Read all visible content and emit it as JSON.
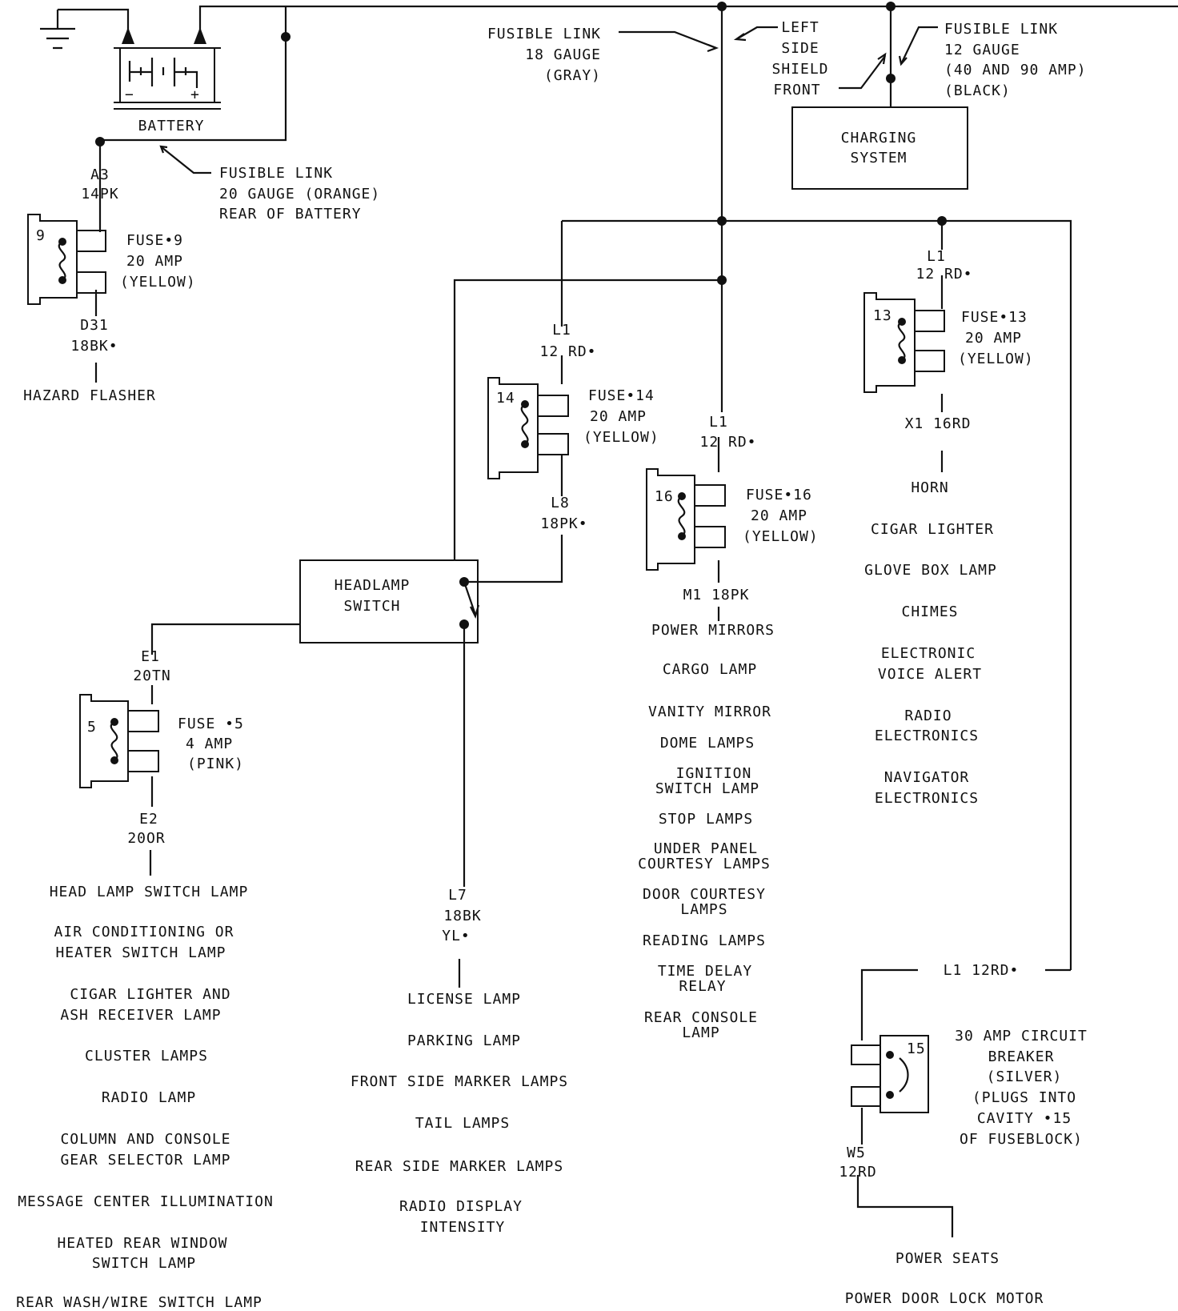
{
  "battery": {
    "label": "BATTERY",
    "minus": "−",
    "plus": "+",
    "fusible_link": [
      "FUSIBLE LINK",
      "20 GAUGE (ORANGE)",
      "REAR OF BATTERY"
    ]
  },
  "fusible_link_18": [
    "FUSIBLE LINK",
    "18 GAUGE",
    "(GRAY)"
  ],
  "left_side_shield": [
    "LEFT",
    "SIDE",
    "SHIELD",
    "FRONT"
  ],
  "fusible_link_12": [
    "FUSIBLE LINK",
    "12 GAUGE",
    "(40 AND 90 AMP)",
    "(BLACK)"
  ],
  "charging_system": [
    "CHARGING",
    "SYSTEM"
  ],
  "fuse9": {
    "cavity": "9",
    "wire_in": [
      "A3",
      "14PK"
    ],
    "rating": [
      "FUSE•9",
      "20 AMP",
      "(YELLOW)"
    ],
    "wire_out": [
      "D31",
      "18BK•"
    ],
    "loads": [
      "HAZARD FLASHER"
    ]
  },
  "fuse14": {
    "cavity": "14",
    "wire_in": [
      "L1",
      "12 RD•"
    ],
    "rating": [
      "FUSE•14",
      "20 AMP",
      "(YELLOW)"
    ],
    "wire_out": [
      "L8",
      "18PK•"
    ]
  },
  "fuse16": {
    "cavity": "16",
    "wire_in": [
      "L1",
      "12 RD•"
    ],
    "rating": [
      "FUSE•16",
      "20 AMP",
      "(YELLOW)"
    ],
    "wire_out": "M1  18PK",
    "loads": [
      "POWER MIRRORS",
      "CARGO LAMP",
      "VANITY MIRROR",
      "DOME LAMPS",
      "IGNITION",
      "SWITCH LAMP",
      "STOP LAMPS",
      "UNDER PANEL",
      "COURTESY LAMPS",
      "DOOR COURTESY",
      "LAMPS",
      "READING LAMPS",
      "TIME DELAY",
      "RELAY",
      "REAR CONSOLE",
      "LAMP"
    ]
  },
  "fuse13": {
    "cavity": "13",
    "wire_in": [
      "L1",
      "12 RD•"
    ],
    "rating": [
      "FUSE•13",
      "20 AMP",
      "(YELLOW)"
    ],
    "wire_out": "X1  16RD",
    "loads": [
      "HORN",
      "CIGAR LIGHTER",
      "GLOVE BOX LAMP",
      "CHIMES",
      "ELECTRONIC",
      "VOICE ALERT",
      "RADIO",
      "ELECTRONICS",
      "NAVIGATOR",
      "ELECTRONICS"
    ]
  },
  "headlamp_switch": [
    "HEADLAMP",
    "SWITCH"
  ],
  "fuse5": {
    "cavity": "5",
    "wire_in": [
      "E1",
      "20TN"
    ],
    "rating": [
      "FUSE •5",
      "4 AMP",
      "(PINK)"
    ],
    "wire_out": [
      "E2",
      "20OR"
    ],
    "loads": [
      "HEAD LAMP SWITCH LAMP",
      "AIR CONDITIONING OR",
      "HEATER SWITCH LAMP",
      "CIGAR LIGHTER AND",
      "ASH RECEIVER LAMP",
      "CLUSTER LAMPS",
      "RADIO LAMP",
      "COLUMN AND CONSOLE",
      "GEAR SELECTOR LAMP",
      "MESSAGE CENTER ILLUMINATION",
      "HEATED REAR WINDOW",
      "SWITCH LAMP",
      "REAR WASH/WIRE SWITCH LAMP"
    ]
  },
  "l7": {
    "wire": [
      "L7",
      "18BK",
      "YL•"
    ],
    "loads": [
      "LICENSE LAMP",
      "PARKING LAMP",
      "FRONT SIDE MARKER LAMPS",
      "TAIL LAMPS",
      "REAR SIDE MARKER LAMPS",
      "RADIO DISPLAY",
      "INTENSITY"
    ]
  },
  "breaker15": {
    "cavity": "15",
    "wire_in": "L1  12RD•",
    "rating": [
      "30 AMP CIRCUIT",
      "BREAKER",
      "(SILVER)",
      "(PLUGS INTO",
      "CAVITY •15",
      "OF FUSEBLOCK)"
    ],
    "wire_out": [
      "W5",
      "12RD"
    ],
    "loads": [
      "POWER SEATS",
      "POWER DOOR LOCK MOTOR"
    ]
  }
}
